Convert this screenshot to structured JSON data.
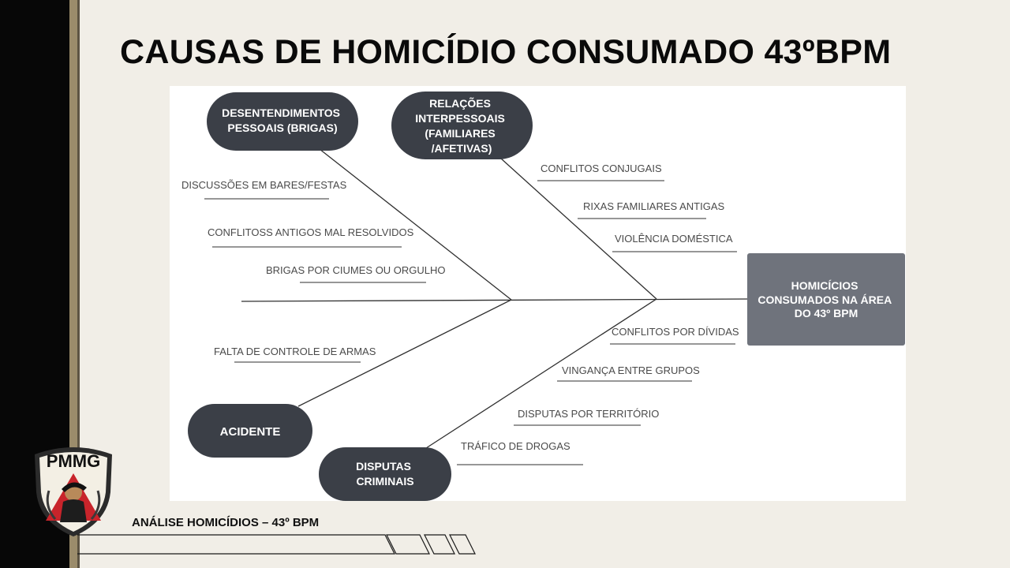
{
  "slide": {
    "title": "CAUSAS DE HOMICÍDIO CONSUMADO 43ºBPM",
    "footer": "ANÁLISE HOMICÍDIOS – 43º BPM",
    "logo_text": "PMMG"
  },
  "diagram": {
    "effect": [
      "HOMICÍCIOS",
      "CONSUMADOS NA ÁREA",
      "DO 43º BPM"
    ],
    "categories": {
      "desentendimentos": [
        "DESENTENDIMENTOS",
        "PESSOAIS (BRIGAS)"
      ],
      "relacoes": [
        "RELAÇÕES",
        "INTERPESSOAIS",
        "(FAMILIARES",
        "/AFETIVAS)"
      ],
      "acidente": [
        "ACIDENTE"
      ],
      "disputas": [
        "DISPUTAS",
        "CRIMINAIS"
      ]
    },
    "causes": {
      "desentendimentos": [
        "DISCUSSÕES EM BARES/FESTAS",
        "CONFLITOSS ANTIGOS MAL RESOLVIDOS",
        "BRIGAS POR CIUMES OU ORGULHO"
      ],
      "relacoes": [
        "CONFLITOS CONJUGAIS",
        "RIXAS FAMILIARES ANTIGAS",
        "VIOLÊNCIA DOMÉSTICA"
      ],
      "acidente": [
        "FALTA DE CONTROLE DE ARMAS"
      ],
      "disputas": [
        "CONFLITOS POR DÍVIDAS",
        "VINGANÇA ENTRE GRUPOS",
        "DISPUTAS POR TERRITÓRIO",
        "TRÁFICO DE DROGAS"
      ]
    }
  },
  "colors": {
    "node_dark": "#3b3f47",
    "effect_box": "#6f737c",
    "line": "#2f2f2f",
    "background": "#f1eee7"
  }
}
